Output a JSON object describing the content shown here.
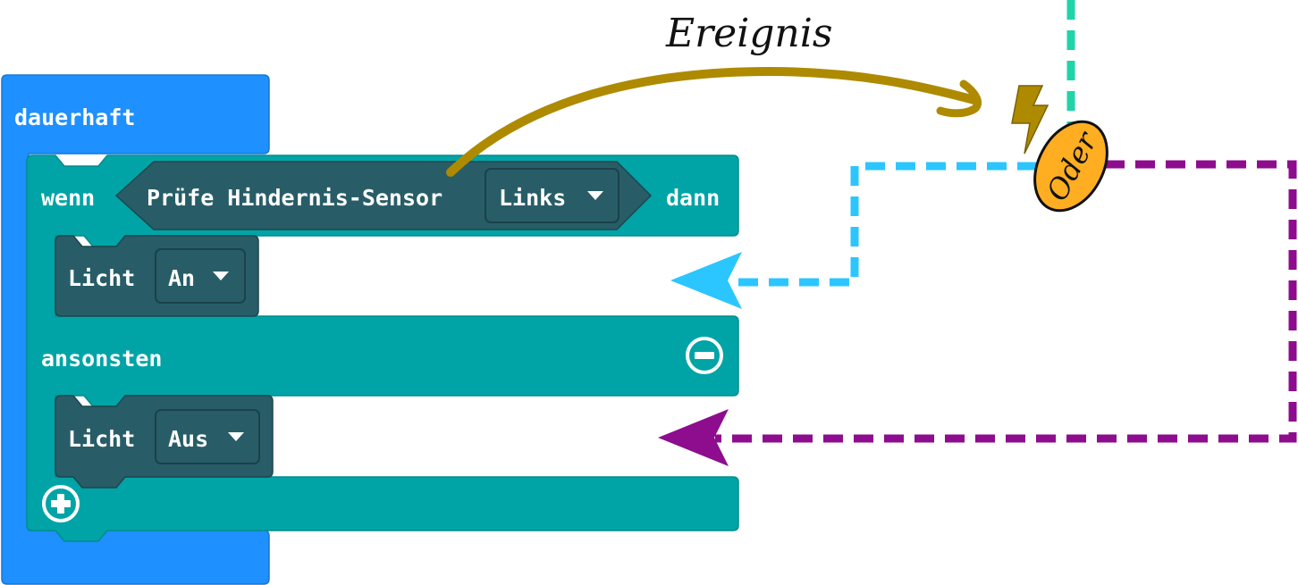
{
  "forever_block": {
    "label": "dauerhaft",
    "color": "#1E90FF"
  },
  "if_block": {
    "if_label": "wenn",
    "then_label": "dann",
    "else_label": "ansonsten",
    "color": "#00A4A6",
    "condition": {
      "label": "Prüfe Hindernis-Sensor",
      "dropdown_value": "Links",
      "color": "#285D67"
    },
    "minus_icon": "minus-circle-icon",
    "plus_icon": "plus-circle-icon"
  },
  "then_statement": {
    "label": "Licht",
    "dropdown_value": "An"
  },
  "else_statement": {
    "label": "Licht",
    "dropdown_value": "Aus"
  },
  "annotations": {
    "event_label": "Ereignis",
    "event_icon": "lightning-bolt-icon",
    "or_label": "Oder",
    "colors": {
      "event_arrow": "#AE8A00",
      "true_path": "#2BC6FF",
      "false_path": "#8E0C8E",
      "input_line": "#1FD4A6",
      "or_badge": "#FFAE22"
    }
  }
}
